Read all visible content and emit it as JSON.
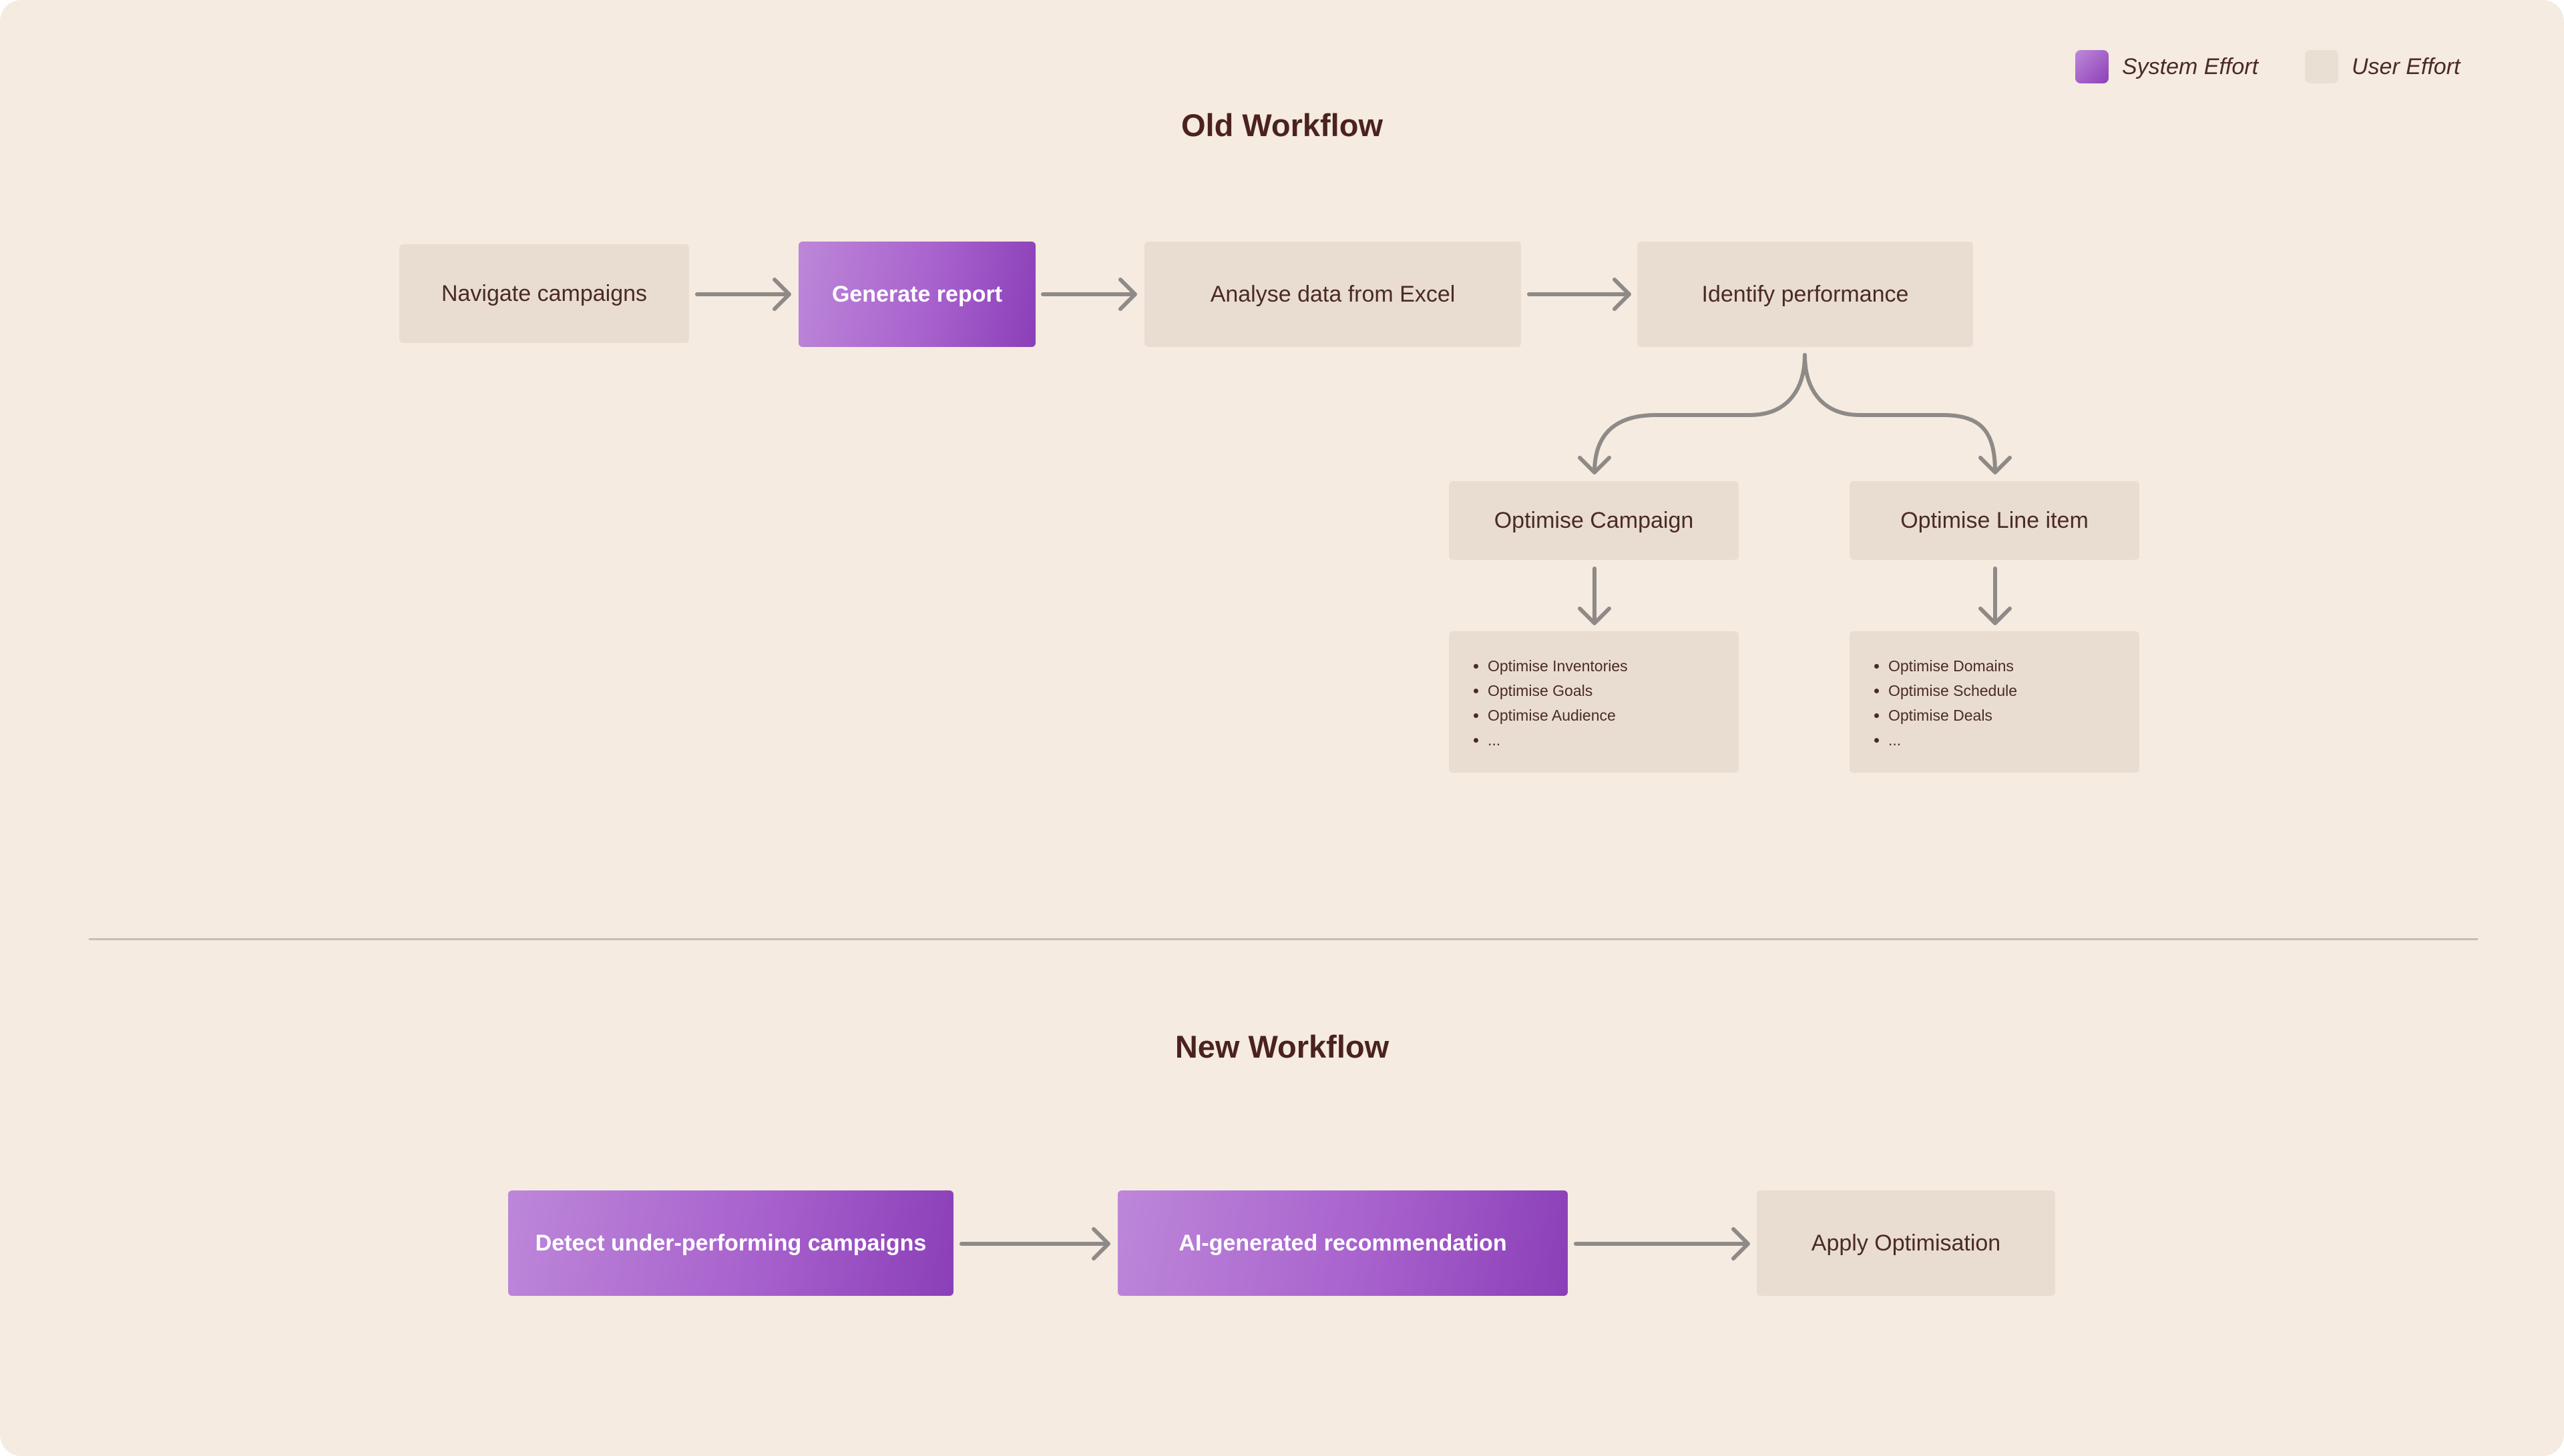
{
  "legend": {
    "system_label": "System Effort",
    "user_label": "User Effort",
    "system_color": "#a05ac8",
    "user_color": "#eadfd3"
  },
  "old_workflow": {
    "title": "Old Workflow",
    "steps": [
      {
        "label": "Navigate campaigns",
        "effort": "user"
      },
      {
        "label": "Generate report",
        "effort": "system"
      },
      {
        "label": "Analyse data from Excel",
        "effort": "user"
      },
      {
        "label": "Identify performance",
        "effort": "user"
      }
    ],
    "branches": [
      {
        "label": "Optimise Campaign",
        "effort": "user",
        "items": [
          "Optimise Inventories",
          "Optimise Goals",
          "Optimise Audience",
          "..."
        ]
      },
      {
        "label": "Optimise Line item",
        "effort": "user",
        "items": [
          "Optimise Domains",
          "Optimise Schedule",
          "Optimise Deals",
          "..."
        ]
      }
    ]
  },
  "new_workflow": {
    "title": "New Workflow",
    "steps": [
      {
        "label": "Detect under-performing campaigns",
        "effort": "system"
      },
      {
        "label": "AI-generated recommendation",
        "effort": "system"
      },
      {
        "label": "Apply Optimisation",
        "effort": "user"
      }
    ]
  }
}
